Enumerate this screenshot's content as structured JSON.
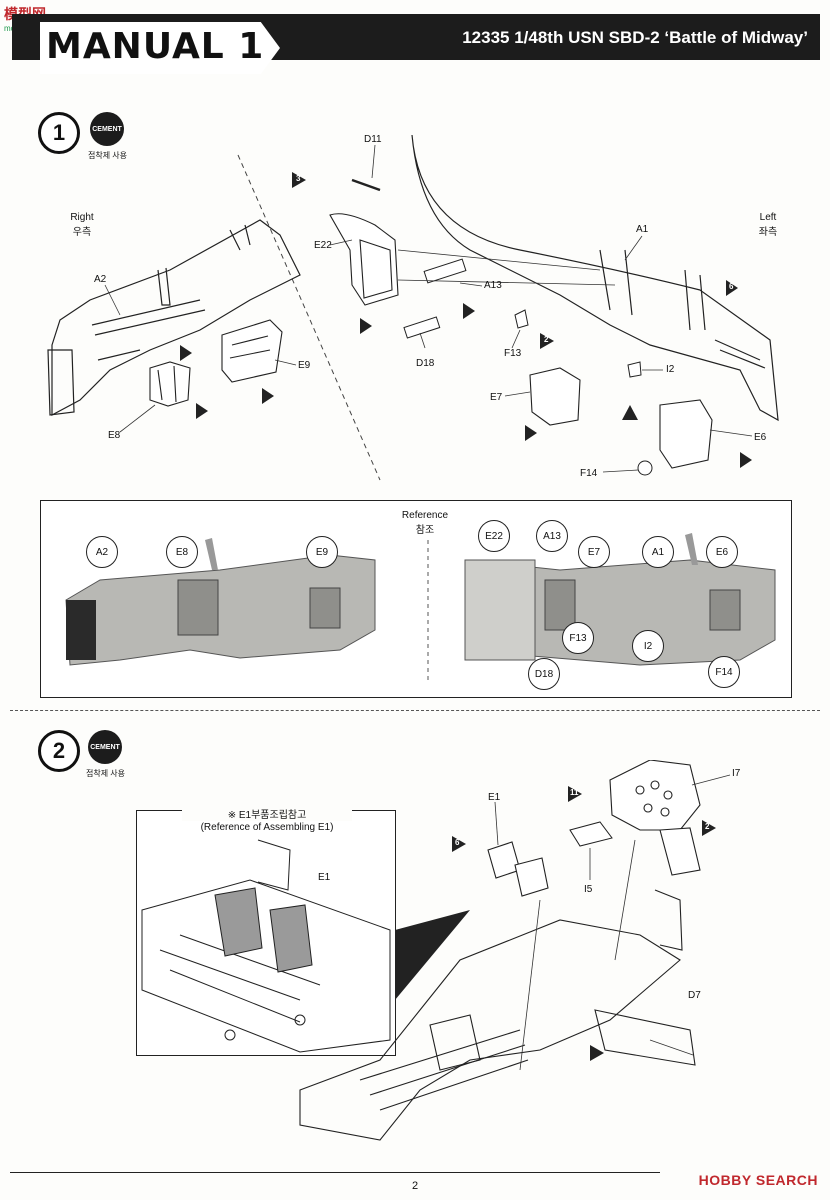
{
  "watermark": {
    "text": "模型网",
    "url": "moxing.net"
  },
  "header": {
    "title": "MANUAL 1",
    "subtitle": "12335 1/48th USN SBD-2 ‘Battle of Midway’"
  },
  "step1": {
    "number": "1",
    "cement": "CEMENT",
    "cement_note": "접착제 사용",
    "right_label": "Right",
    "right_label_kr": "우측",
    "left_label": "Left",
    "left_label_kr": "좌측",
    "parts": {
      "D11": "D11",
      "E22": "E22",
      "A13": "A13",
      "D18": "D18",
      "A1": "A1",
      "A2": "A2",
      "E9": "E9",
      "E8": "E8",
      "F13": "F13",
      "I2": "I2",
      "E7": "E7",
      "E6": "E6",
      "F14": "F14"
    },
    "badges": {
      "b3": "3",
      "b2": "2",
      "b6": "6"
    }
  },
  "reference": {
    "title": "Reference",
    "title_kr": "참조",
    "left_callouts": [
      "A2",
      "E8",
      "E9"
    ],
    "right_callouts": [
      "E22",
      "A13",
      "E7",
      "A1",
      "E6",
      "F13",
      "I2",
      "D18",
      "F14"
    ]
  },
  "step2": {
    "number": "2",
    "cement": "CEMENT",
    "cement_note": "접착제 사용",
    "ref_title": "※ E1부품조립참고",
    "ref_sub": "(Reference of Assembling E1)",
    "parts": {
      "E1": "E1",
      "I7": "I7",
      "I5": "I5",
      "D7": "D7"
    },
    "badges": {
      "b11": "11",
      "b2": "2",
      "b6": "6"
    }
  },
  "footer": {
    "page": "2",
    "brand_red": "HOBBY",
    "brand_rest": " SEARCH"
  }
}
